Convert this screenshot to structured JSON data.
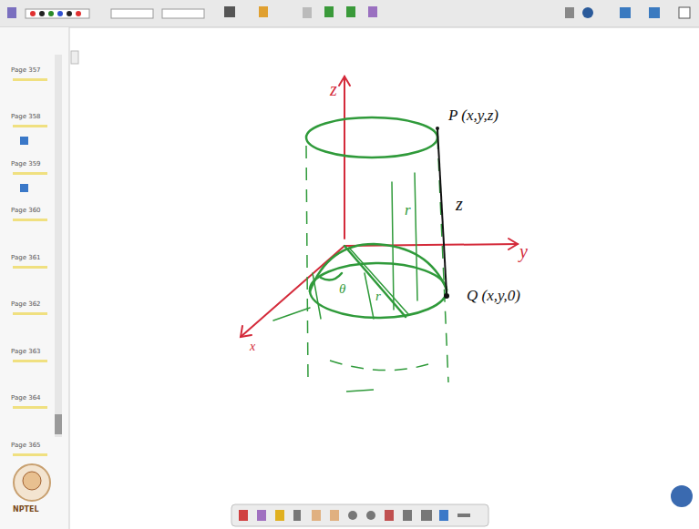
{
  "diagram": {
    "labels": [
      "z",
      "P (x,y,z)",
      "z",
      "y",
      "x",
      "Q (x,y,0)",
      "r",
      "θ",
      "r",
      "Page 357",
      "Page 358",
      "Page 359",
      "Page 360",
      "Page 361",
      "Page 362",
      "Page 363",
      "Page 364",
      "Page 365",
      "NPTEL"
    ]
  }
}
